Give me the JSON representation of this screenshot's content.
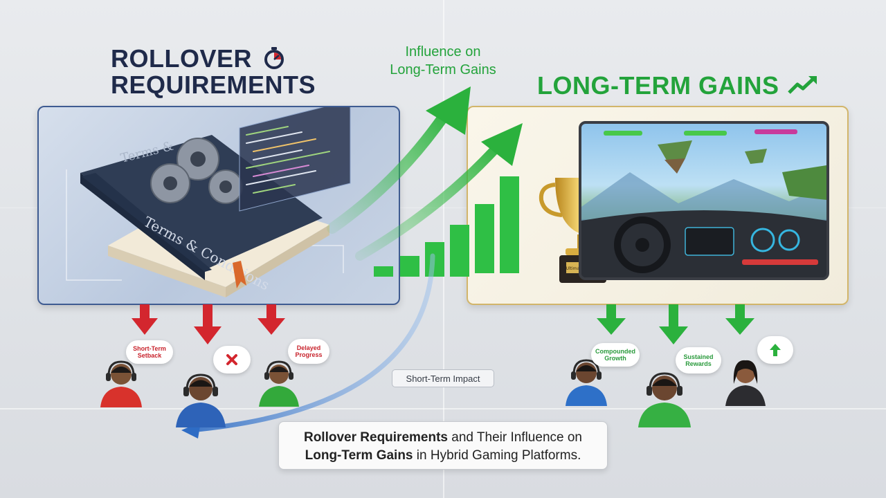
{
  "left_title": {
    "line1": "ROLLOVER",
    "line2": "REQUIREMENTS"
  },
  "center_title": {
    "line1": "Influence on",
    "line2": "Long-Term Gains"
  },
  "right_title": "LONG-TERM GAINS",
  "book": {
    "spine_text": "Terms &",
    "cover_text": "Terms & Conditions"
  },
  "trophy_plaque": "Ultimate Champ",
  "bubbles_left": [
    {
      "text": "Short-Term Setback"
    },
    {
      "text": "Delayed Progress"
    }
  ],
  "bubbles_right": [
    {
      "text": "Compounded Growth"
    },
    {
      "text": "Sustained Rewards"
    }
  ],
  "short_term_tag": "Short-Term Impact",
  "caption": {
    "bold1": "Rollover Requirements",
    "rest1": " and Their Influence on",
    "bold2": "Long-Term Gains",
    "rest2": " in Hybrid Gaming Platforms."
  },
  "colors": {
    "navy": "#1f2a4a",
    "green": "#23a33b",
    "red": "#d3262e",
    "blue": "#2e6cc4"
  }
}
